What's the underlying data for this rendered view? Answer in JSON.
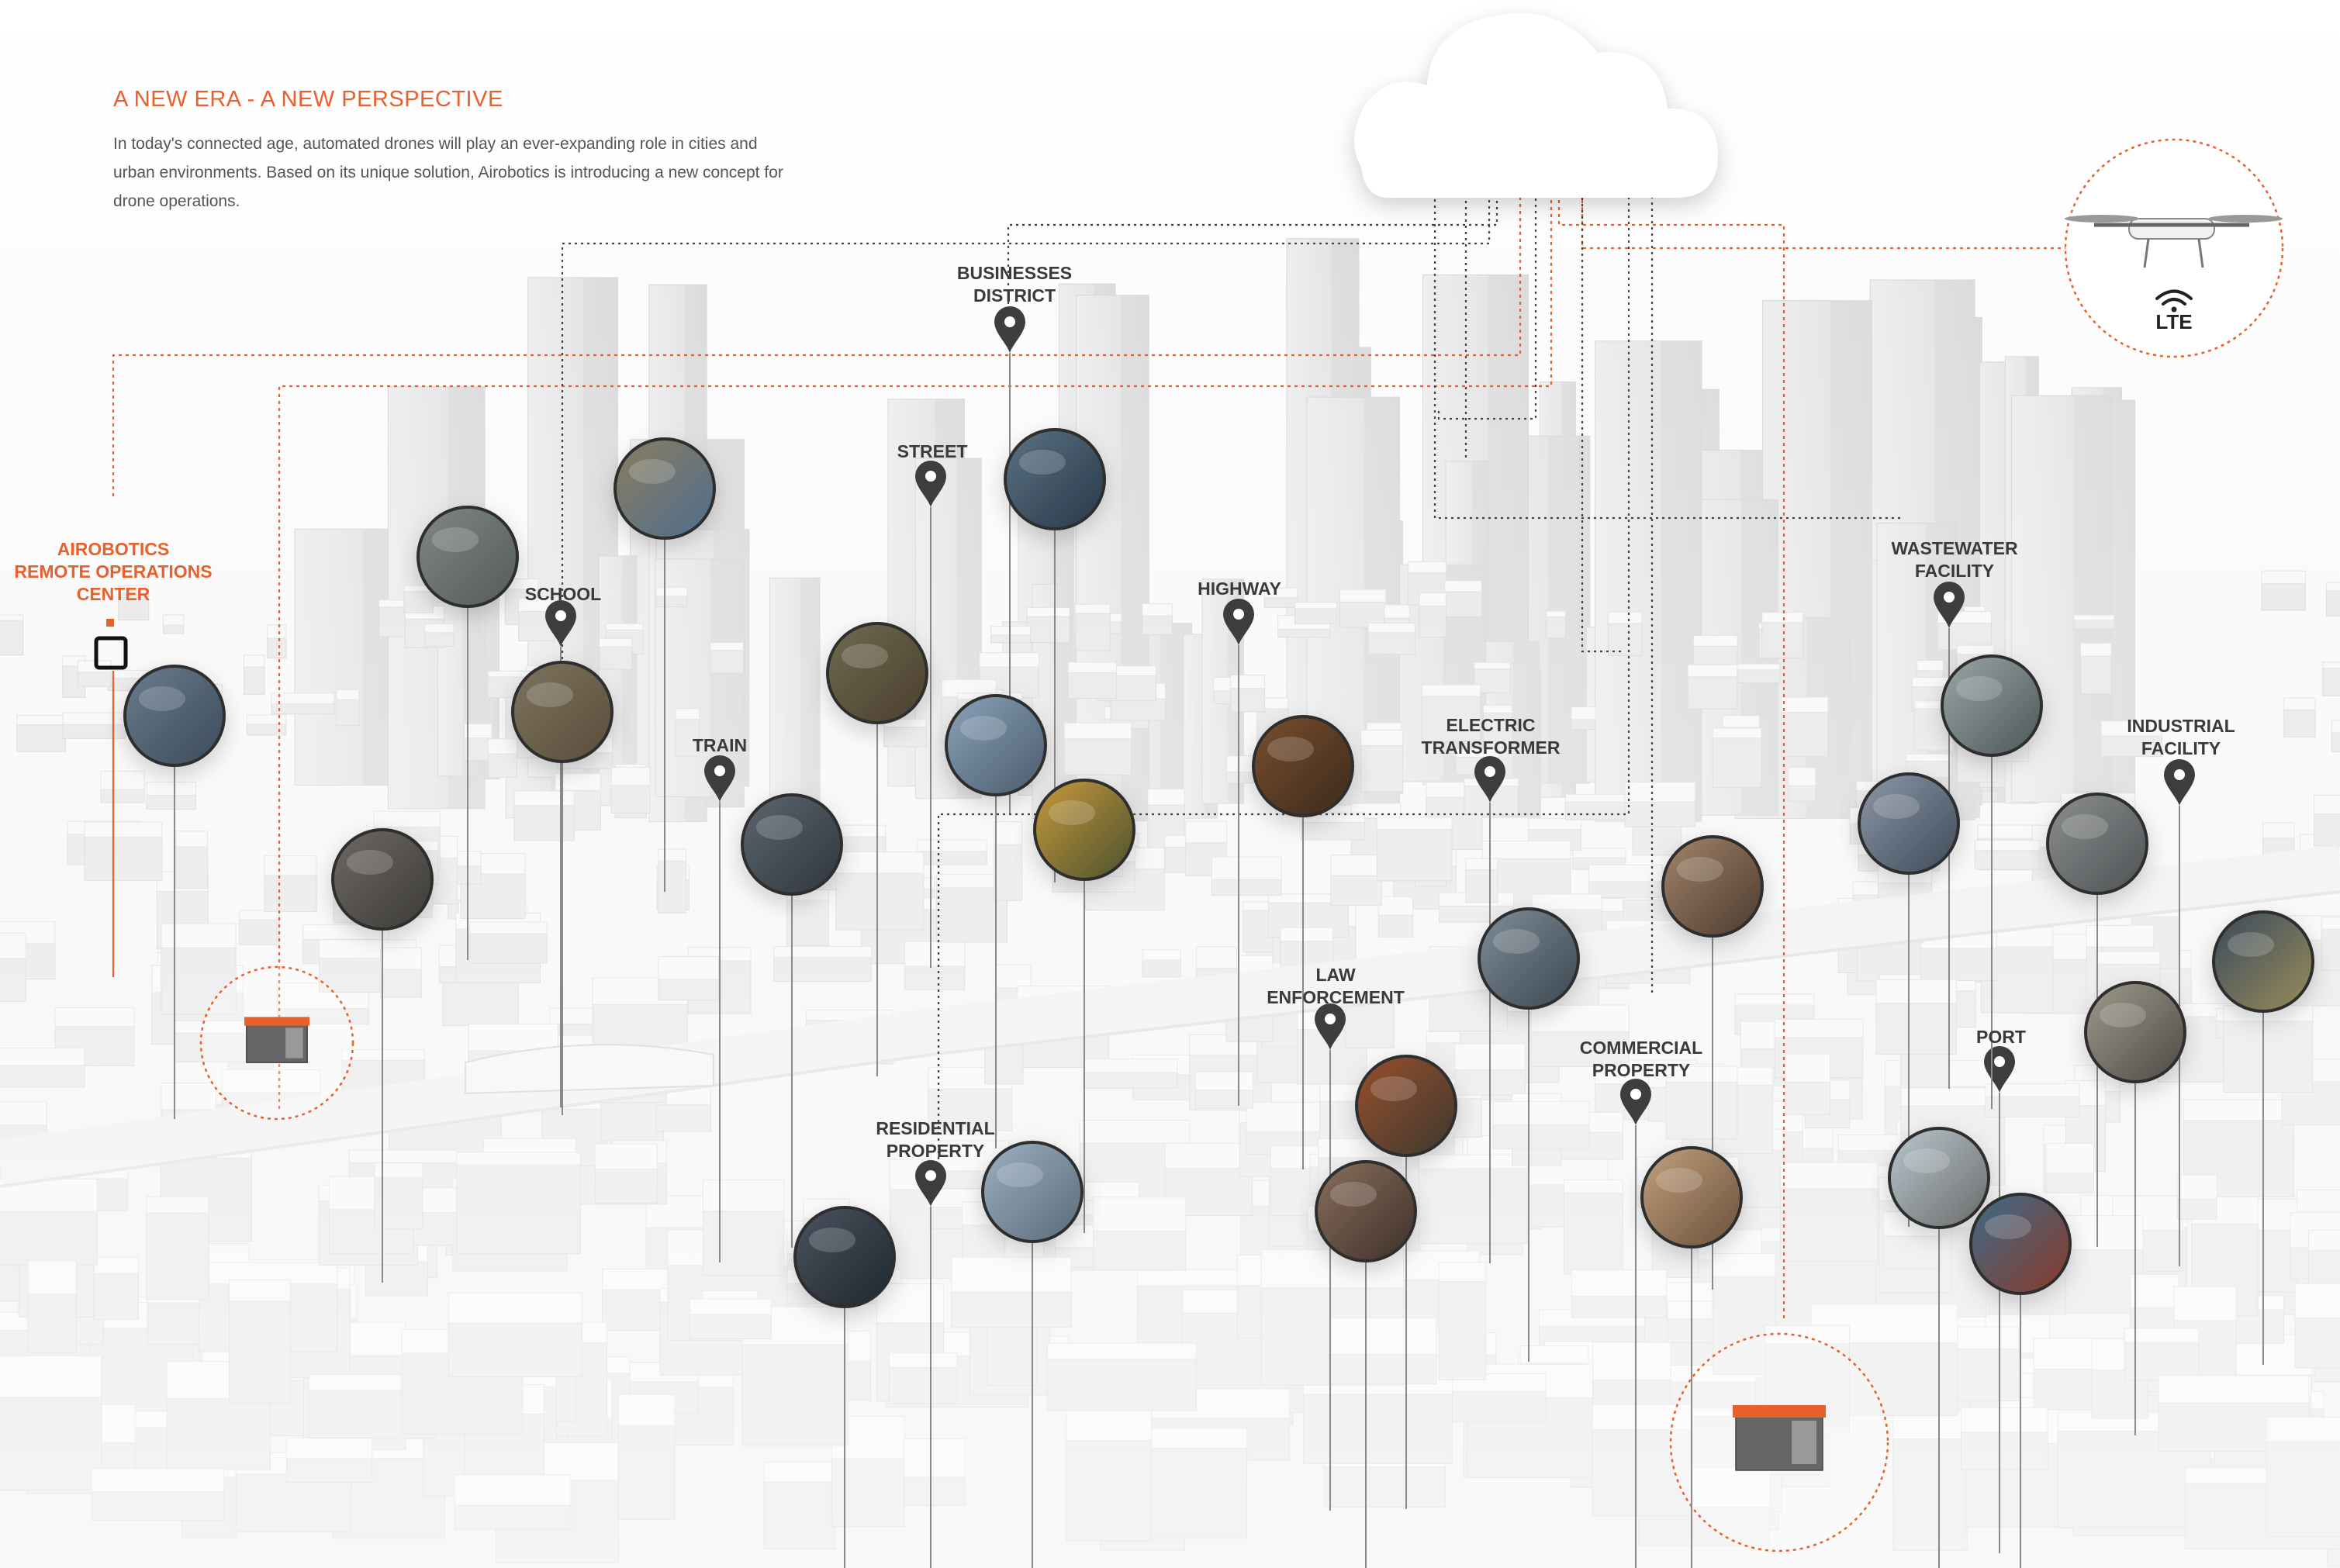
{
  "header": {
    "title": "A NEW ERA - A NEW PERSPECTIVE",
    "body": "In today's connected age, automated drones will play an ever-expanding role in cities and urban environments. Based on its unique solution, Airobotics is introducing a new concept for drone operations."
  },
  "labels": {
    "remote_center": "AIROBOTICS\nREMOTE OPERATIONS\nCENTER",
    "businesses_district": "BUSINESSES\nDISTRICT",
    "street": "STREET",
    "school": "SCHOOL",
    "train": "TRAIN",
    "highway": "HIGHWAY",
    "electric_transformer": "ELECTRIC\nTRANSFORMER",
    "wastewater_facility": "WASTEWATER\nFACILITY",
    "industrial_facility": "INDUSTRIAL\nFACILITY",
    "law_enforcement": "LAW\nENFORCEMENT",
    "commercial_property": "COMMERCIAL\nPROPERTY",
    "port": "PORT",
    "residential_property": "RESIDENTIAL\nPROPERTY",
    "lte": "LTE"
  },
  "colors": {
    "accent": "#e8602c",
    "label": "#3a3a3a",
    "connector": "#444444",
    "building": "#e4e4e4"
  },
  "icons": [
    "map-pin-icon",
    "cloud-icon",
    "drone-icon",
    "wifi-icon",
    "drone-dock-icon",
    "remote-center-icon"
  ]
}
